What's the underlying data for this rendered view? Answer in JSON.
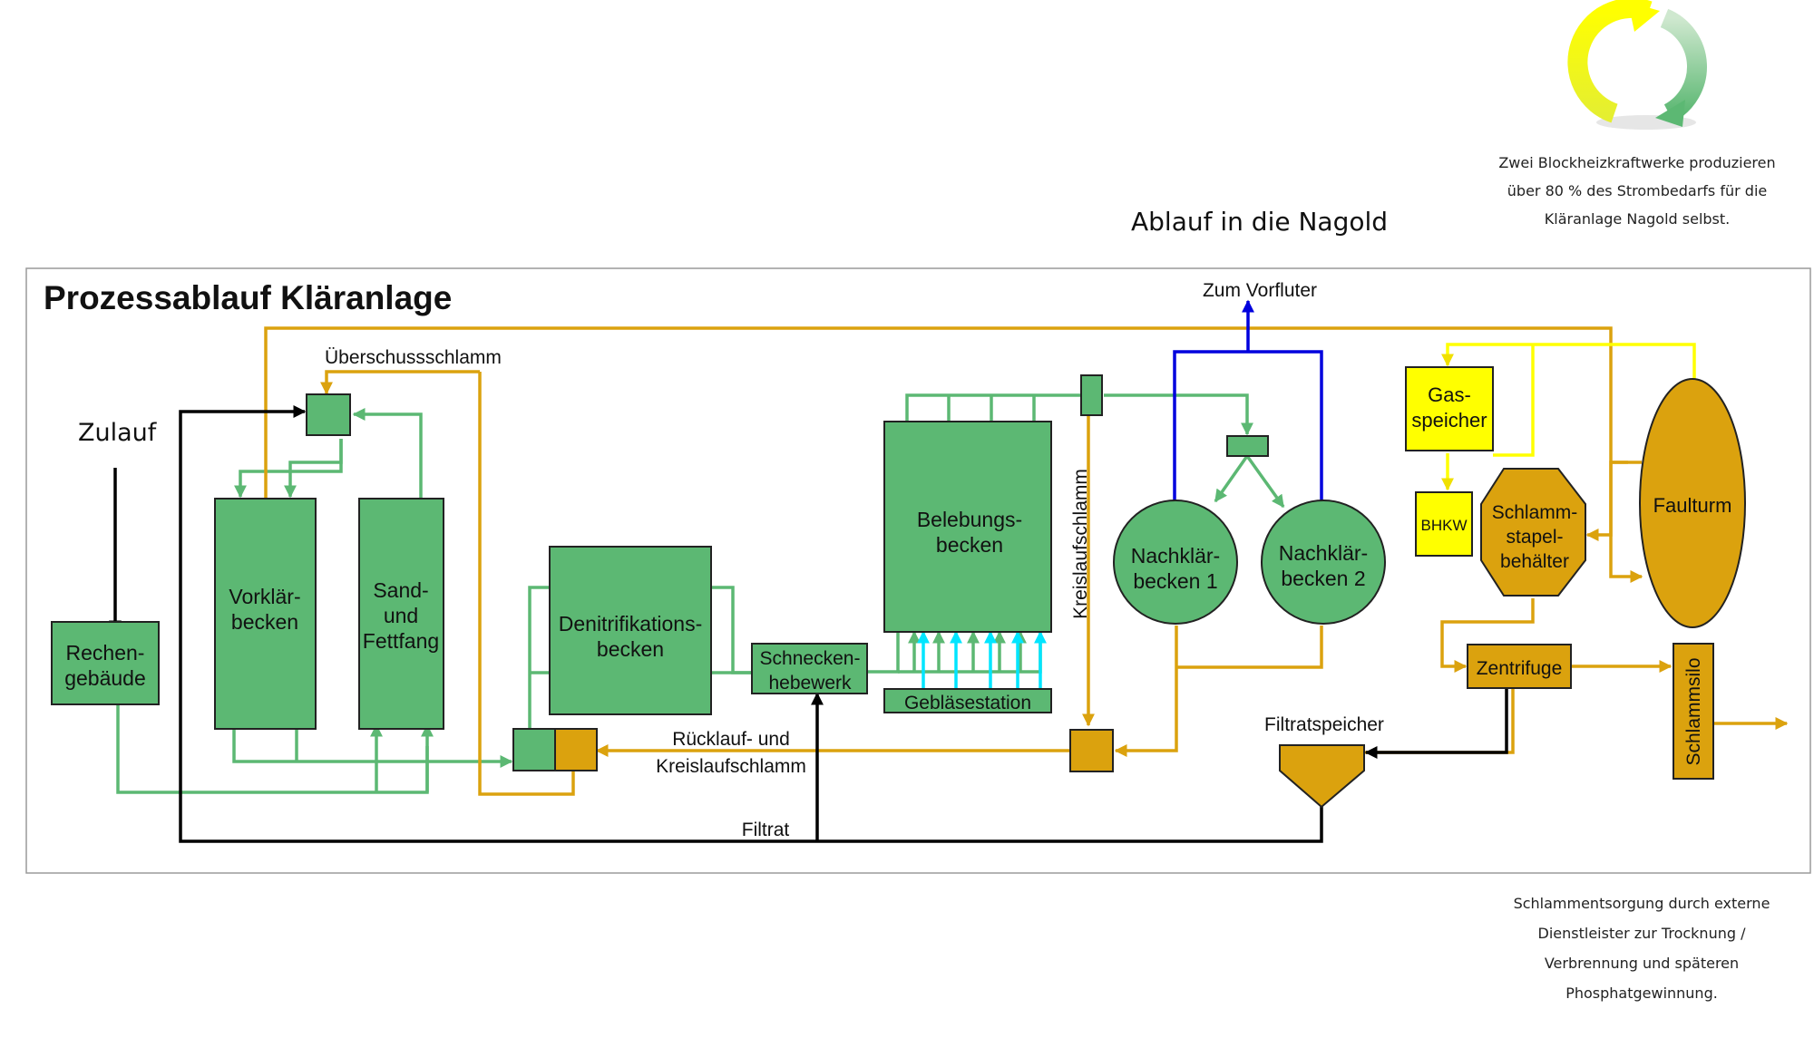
{
  "diagram": {
    "title": "Prozessablauf Kläranlage",
    "inflow_label": "Zulauf",
    "outflow_label": "Ablauf in die Nagold",
    "receiving_water": "Zum Vorfluter",
    "chp_note": [
      "Zwei Blockheizkraftwerke produzieren",
      "über 80 % des Strombedarfs für die",
      "Kläranlage Nagold selbst."
    ],
    "disposal_note": [
      "Schlammentsorgung durch externe",
      "Dienstleister zur Trocknung /",
      "Verbrennung  und späteren",
      "Phosphatgewinnung."
    ],
    "units": {
      "rechengebaeude": [
        "Rechen-",
        "gebäude"
      ],
      "vorklaerbecken": [
        "Vorklär-",
        "becken"
      ],
      "sandfang": [
        "Sand-",
        "und",
        "Fettfang"
      ],
      "denitrifikation": [
        "Denitrifikations-",
        "becken"
      ],
      "schneckenhebewerk": [
        "Schnecken-",
        "hebewerk"
      ],
      "belebungsbecken": [
        "Belebungs-",
        "becken"
      ],
      "geblaesestation": "Gebläsestation",
      "nachklaer1": [
        "Nachklär-",
        "becken 1"
      ],
      "nachklaer2": [
        "Nachklär-",
        "becken 2"
      ],
      "gasspeicher": [
        "Gas-",
        "speicher"
      ],
      "bhkw": "BHKW",
      "schlammstapel": [
        "Schlamm-",
        "stapel-",
        "behälter"
      ],
      "faulturm": "Faulturm",
      "zentrifuge": "Zentrifuge",
      "schlammsilo": "Schlammsilo",
      "filtratspeicher": "Filtratspeicher"
    },
    "flow_labels": {
      "ueberschussschlamm": "Überschussschlamm",
      "kreislaufschlamm": "Kreislaufschlamm",
      "ruecklauf_line1": "Rücklauf- und",
      "ruecklauf_line2": "Kreislaufschlamm",
      "filtrat": "Filtrat"
    },
    "colors": {
      "water": "#5cb873",
      "sludge": "#dba20e",
      "gas": "#ffff00",
      "air": "#00e5ff",
      "clean_water": "#0000dd",
      "filtrate": "#000000"
    }
  }
}
